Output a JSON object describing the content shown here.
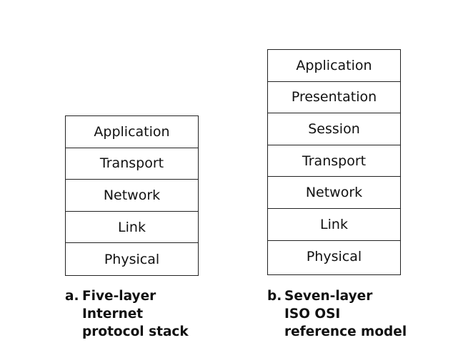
{
  "five_layer": {
    "layers": [
      "Application",
      "Transport",
      "Network",
      "Link",
      "Physical"
    ],
    "caption": {
      "letter": "a.",
      "lines": [
        "Five-layer",
        "Internet",
        "protocol stack"
      ]
    }
  },
  "seven_layer": {
    "layers": [
      "Application",
      "Presentation",
      "Session",
      "Transport",
      "Network",
      "Link",
      "Physical"
    ],
    "caption": {
      "letter": "b.",
      "lines": [
        "Seven-layer",
        "ISO OSI",
        "reference model"
      ]
    }
  }
}
